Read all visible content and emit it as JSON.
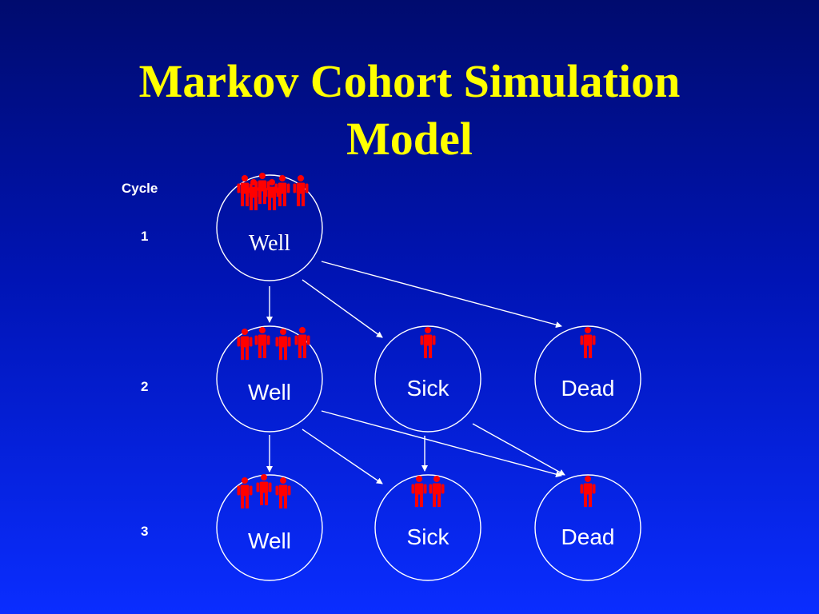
{
  "title": {
    "line1": "Markov Cohort Simulation",
    "line2": "Model"
  },
  "cycles": {
    "header": "Cycle",
    "labels": [
      "1",
      "2",
      "3"
    ]
  },
  "colors": {
    "title": "#ffff00",
    "person": "#ff0000",
    "lines": "#ffffff"
  },
  "states": [
    {
      "id": "c1-well",
      "cycle": 1,
      "label": "Well",
      "people": 6
    },
    {
      "id": "c2-well",
      "cycle": 2,
      "label": "Well",
      "people": 4
    },
    {
      "id": "c2-sick",
      "cycle": 2,
      "label": "Sick",
      "people": 1
    },
    {
      "id": "c2-dead",
      "cycle": 2,
      "label": "Dead",
      "people": 1
    },
    {
      "id": "c3-well",
      "cycle": 3,
      "label": "Well",
      "people": 3
    },
    {
      "id": "c3-sick",
      "cycle": 3,
      "label": "Sick",
      "people": 2
    },
    {
      "id": "c3-dead",
      "cycle": 3,
      "label": "Dead",
      "people": 1
    }
  ],
  "transitions": [
    {
      "from": "c1-well",
      "to": "c2-well"
    },
    {
      "from": "c1-well",
      "to": "c2-sick"
    },
    {
      "from": "c1-well",
      "to": "c2-dead"
    },
    {
      "from": "c2-well",
      "to": "c3-well"
    },
    {
      "from": "c2-well",
      "to": "c3-sick"
    },
    {
      "from": "c2-well",
      "to": "c3-dead"
    },
    {
      "from": "c2-sick",
      "to": "c3-sick"
    },
    {
      "from": "c2-sick",
      "to": "c3-dead"
    }
  ]
}
